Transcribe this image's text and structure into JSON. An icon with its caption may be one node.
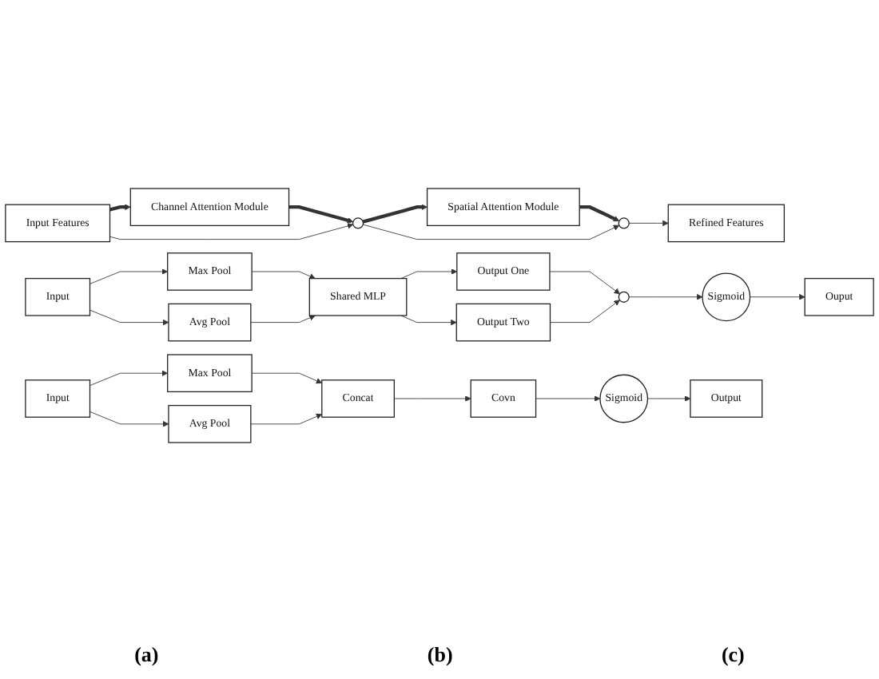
{
  "diagram": {
    "nodes": [
      {
        "text": [
          "Input Features"
        ]
      },
      {
        "text": [
          "Channel Attention Module"
        ]
      },
      {
        "text": [],
        "shape": "circle"
      },
      {
        "text": [
          "Spatial Attention Module"
        ]
      },
      {
        "text": [],
        "shape": "circle"
      },
      {
        "text": [
          "Refined Features"
        ]
      },
      {
        "text": [
          "Input"
        ]
      },
      {
        "text": [
          "Max Pool"
        ]
      },
      {
        "text": [
          "Avg Pool"
        ]
      },
      {
        "text": [
          "Shared MLP"
        ]
      },
      {
        "text": [
          "Output One"
        ]
      },
      {
        "text": [
          "Output Two"
        ]
      },
      {
        "text": [],
        "shape": "circle"
      },
      {
        "text": [
          "Sigmoid"
        ]
      },
      {
        "text": [
          "Ouput"
        ]
      },
      {
        "text": [
          "Input"
        ]
      },
      {
        "text": [
          "Max Pool"
        ]
      },
      {
        "text": [
          "Avg Pool"
        ]
      },
      {
        "text": [
          "Concat"
        ]
      },
      {
        "text": [
          "Covn"
        ]
      },
      {
        "text": [
          "Sigmoid"
        ]
      },
      {
        "text": [
          "Output"
        ]
      }
    ],
    "edges": [
      {
        "from": 0,
        "to": 1,
        "arrow": "to",
        "style": "thick"
      },
      {
        "from": 1,
        "to": 2,
        "arrow": "to",
        "style": "thick"
      },
      {
        "from": 0,
        "to": 2,
        "arrow": "to"
      },
      {
        "from": 2,
        "to": 3,
        "arrow": "to",
        "style": "thick"
      },
      {
        "from": 3,
        "to": 4,
        "arrow": "to",
        "style": "thick"
      },
      {
        "from": 2,
        "to": 4,
        "arrow": "to"
      },
      {
        "from": 4,
        "to": 5,
        "arrow": "to"
      },
      {
        "from": 6,
        "to": 7,
        "arrow": "to"
      },
      {
        "from": 6,
        "to": 8,
        "arrow": "to"
      },
      {
        "from": 7,
        "to": 9,
        "arrow": "to"
      },
      {
        "from": 8,
        "to": 9,
        "arrow": "to"
      },
      {
        "from": 9,
        "to": 10,
        "arrow": "to"
      },
      {
        "from": 9,
        "to": 11,
        "arrow": "to"
      },
      {
        "from": 10,
        "to": 12,
        "arrow": "to"
      },
      {
        "from": 11,
        "to": 12,
        "arrow": "to"
      },
      {
        "from": 12,
        "to": 13,
        "arrow": "to"
      },
      {
        "from": 13,
        "to": 14,
        "arrow": "to"
      },
      {
        "from": 15,
        "to": 16,
        "arrow": "to"
      },
      {
        "from": 15,
        "to": 17,
        "arrow": "to"
      },
      {
        "from": 16,
        "to": 18,
        "arrow": "to"
      },
      {
        "from": 17,
        "to": 18,
        "arrow": "to"
      },
      {
        "from": 18,
        "to": 19,
        "arrow": "to"
      },
      {
        "from": 19,
        "to": 20,
        "arrow": "to"
      },
      {
        "from": 20,
        "to": 21,
        "arrow": "to"
      }
    ],
    "labels": [
      "(a)",
      "(b)",
      "(c)"
    ]
  }
}
